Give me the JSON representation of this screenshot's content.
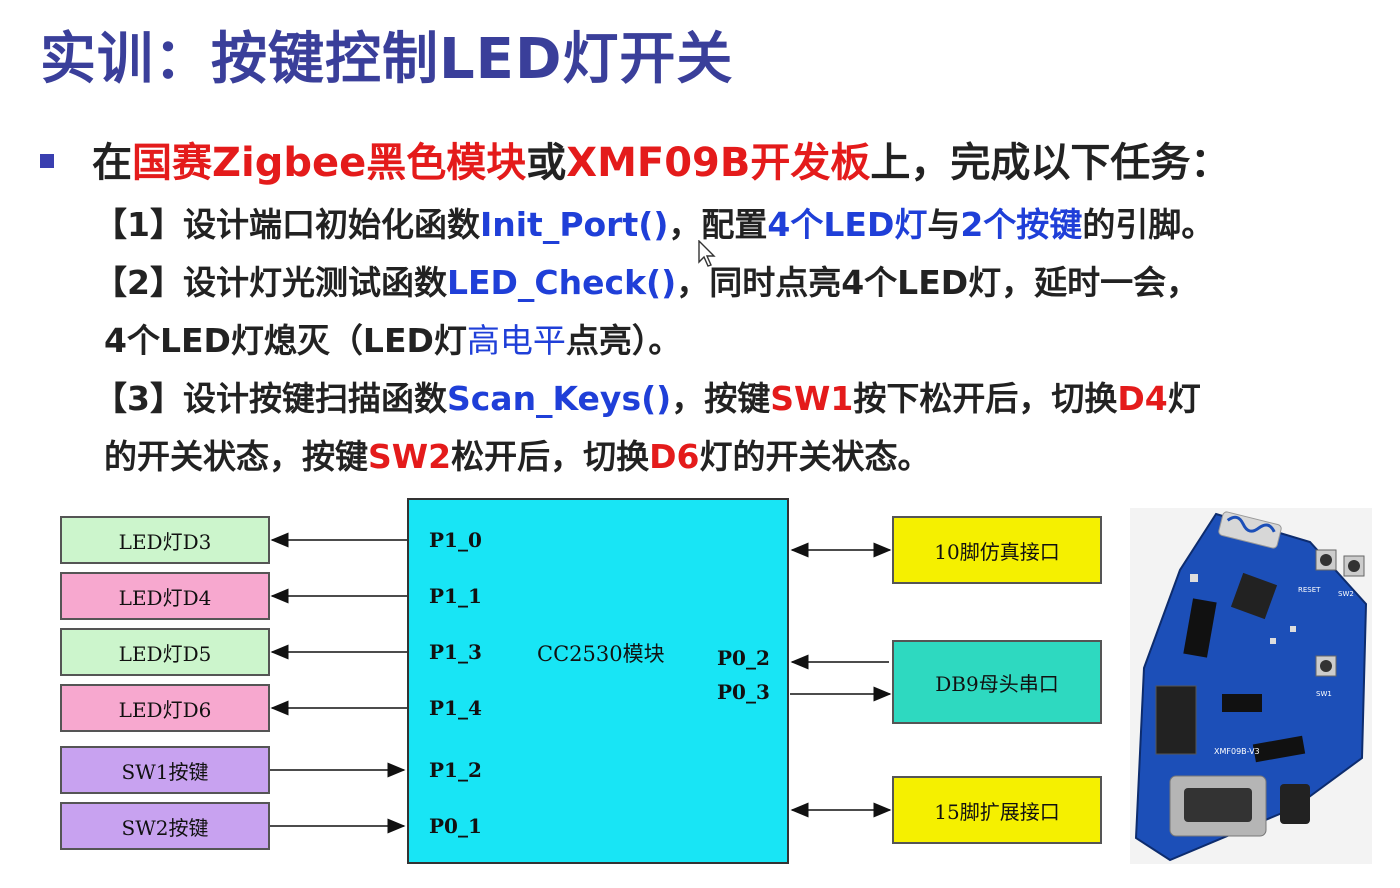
{
  "title": "实训：按键控制LED灯开关",
  "bullet": {
    "p1": "在",
    "p2": "国赛Zigbee黑色模块",
    "p3": "或",
    "p4": "XMF09B开发板",
    "p5": "上，完成以下任务："
  },
  "task1": {
    "a": "【1】设计端口初始化函数",
    "b": "Init_Port()",
    "c": "，配置",
    "d": "4个LED灯",
    "e": "与",
    "f": "2个按键",
    "g": "的引脚。"
  },
  "task2": {
    "a": "【2】设计灯光测试函数",
    "b": "LED_Check()",
    "c": "，同时点亮4个LED灯，延时一会，"
  },
  "task2b": {
    "a": "4个LED灯熄灭（LED灯",
    "b": "高电平",
    "c": "点亮）。"
  },
  "task3": {
    "a": "【3】设计按键扫描函数",
    "b": "Scan_Keys()",
    "c": "，按键",
    "d": "SW1",
    "e": "按下松开后，切换",
    "f": "D4",
    "g": "灯"
  },
  "task3b": {
    "a": "的开关状态，按键",
    "b": "SW2",
    "c": "松开后，切换",
    "d": "D6",
    "e": "灯的开关状态。"
  },
  "diagram": {
    "left_boxes": [
      "LED灯D3",
      "LED灯D4",
      "LED灯D5",
      "LED灯D6",
      "SW1按键",
      "SW2按键"
    ],
    "left_pins": [
      "P1_0",
      "P1_1",
      "P1_3",
      "P1_4",
      "P1_2",
      "P0_1"
    ],
    "module_label": "CC2530模块",
    "right_pins": [
      "P0_2",
      "P0_3"
    ],
    "right_boxes": [
      "10脚仿真接口",
      "DB9母头串口",
      "15脚扩展接口"
    ]
  },
  "board_labels": {
    "model": "XMF09B-V3",
    "reset": "RESET",
    "sw2": "SW2",
    "sw1": "SW1"
  },
  "colors": {
    "title": "#3a3f9a",
    "highlight_red": "#e41b1b",
    "highlight_blue": "#1f3fd8",
    "module": "#18e5f5"
  }
}
